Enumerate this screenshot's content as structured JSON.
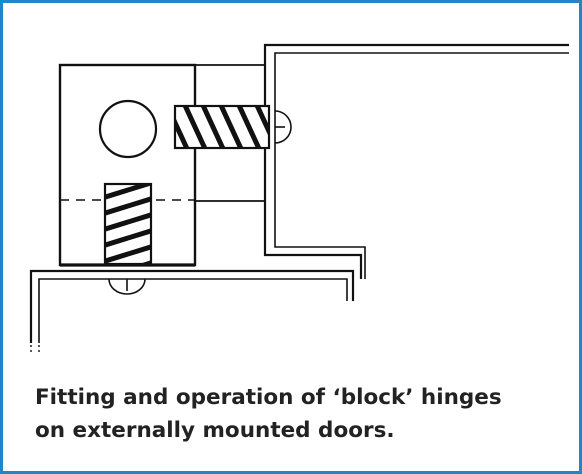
{
  "figure": {
    "caption_lines": [
      "Fitting and operation of ‘block’ hinges",
      "on externally mounted doors."
    ]
  },
  "colors": {
    "frame_border": "#1f87c7",
    "line": "#111111",
    "caption_text": "#222222"
  },
  "icons": {
    "hinge_pivot": "circle",
    "screw": "hatched-rectangle",
    "screw_head": "semicircle-with-slot"
  }
}
